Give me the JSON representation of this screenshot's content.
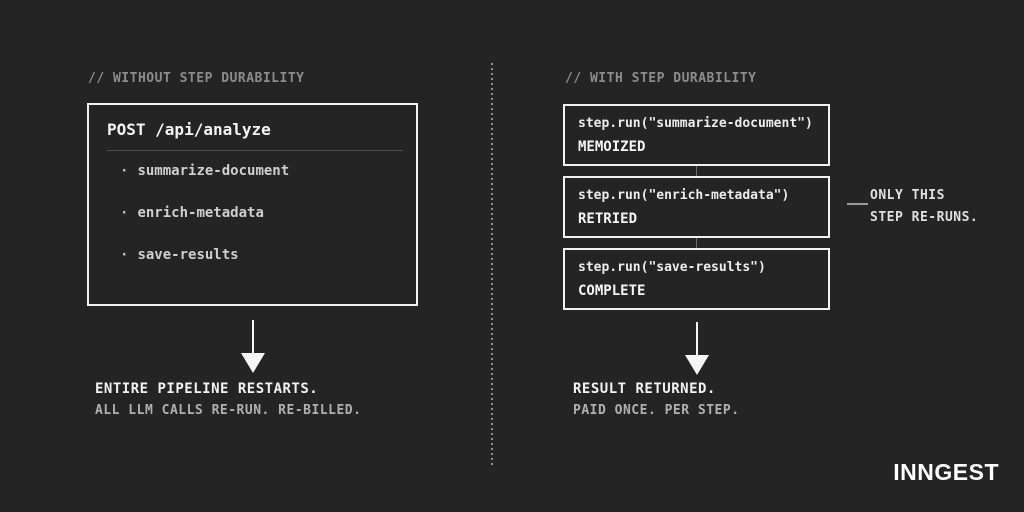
{
  "colors": {
    "background": "#242424",
    "box_border": "#f2f2f2",
    "primary_text": "#f2f2f2",
    "secondary_text": "#b0b0b0",
    "comment_text": "#8c8c8c"
  },
  "left_panel": {
    "header": "// WITHOUT STEP DURABILITY",
    "request_box": {
      "title": "POST /api/analyze",
      "bullet": "·",
      "steps": [
        "summarize-document",
        "enrich-metadata",
        "save-results"
      ]
    },
    "caption": {
      "line1": "ENTIRE PIPELINE RESTARTS.",
      "line2": "ALL LLM CALLS RE-RUN. RE-BILLED."
    }
  },
  "right_panel": {
    "header": "// WITH STEP DURABILITY",
    "steps": [
      {
        "code": "step.run(\"summarize-document\")",
        "status": "MEMOIZED"
      },
      {
        "code": "step.run(\"enrich-metadata\")",
        "status": "RETRIED"
      },
      {
        "code": "step.run(\"save-results\")",
        "status": "COMPLETE"
      }
    ],
    "annotation": {
      "line1": "ONLY THIS",
      "line2": "STEP RE-RUNS."
    },
    "caption": {
      "line1": "RESULT RETURNED.",
      "line2": "PAID ONCE. PER STEP."
    }
  },
  "brand": {
    "logo_text": "INNGEST"
  }
}
